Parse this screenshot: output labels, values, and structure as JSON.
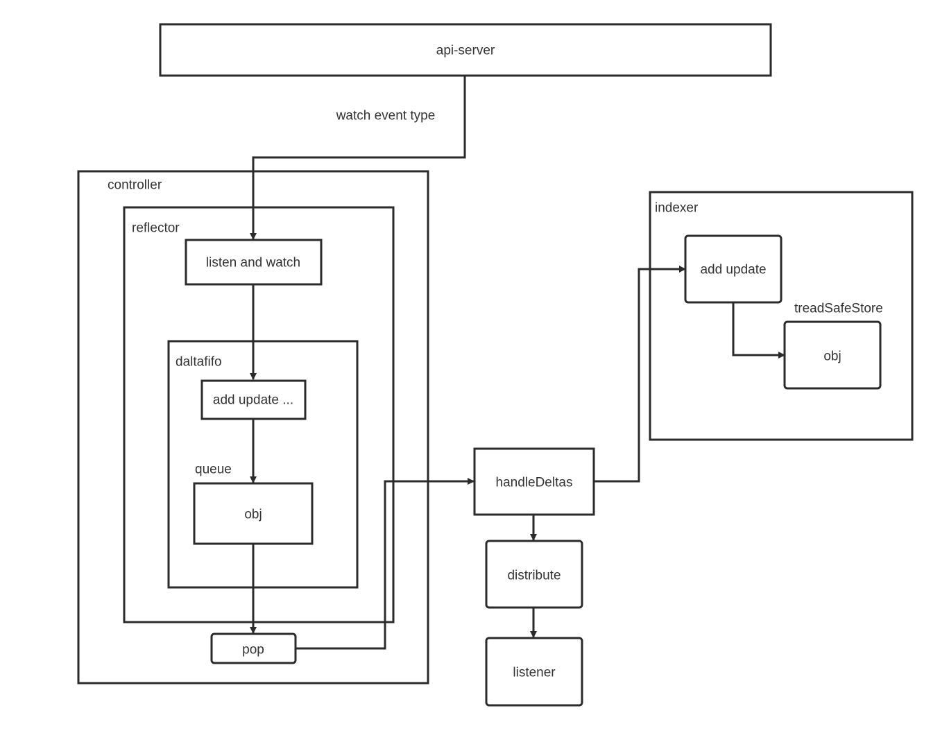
{
  "diagram": {
    "containers": {
      "controller": "controller",
      "reflector": "reflector",
      "deltafifo": "daltafifo",
      "queue": "queue",
      "indexer": "indexer",
      "thread_safe_store": "treadSafeStore"
    },
    "nodes": {
      "api_server": "api-server",
      "listen_watch": "listen and watch",
      "fifo_add_update": "add update ...",
      "queue_obj": "obj",
      "pop": "pop",
      "handle_deltas": "handleDeltas",
      "distribute": "distribute",
      "listener": "listener",
      "indexer_add_update": "add update",
      "store_obj": "obj"
    },
    "edge_labels": {
      "watch_event": "watch event type"
    },
    "edges": [
      [
        "api-server",
        "listen and watch"
      ],
      [
        "listen and watch",
        "add update ..."
      ],
      [
        "add update ...",
        "obj"
      ],
      [
        "obj",
        "pop"
      ],
      [
        "pop",
        "handleDeltas"
      ],
      [
        "handleDeltas",
        "distribute"
      ],
      [
        "distribute",
        "listener"
      ],
      [
        "handleDeltas",
        "add update"
      ],
      [
        "add update",
        "obj"
      ]
    ]
  }
}
